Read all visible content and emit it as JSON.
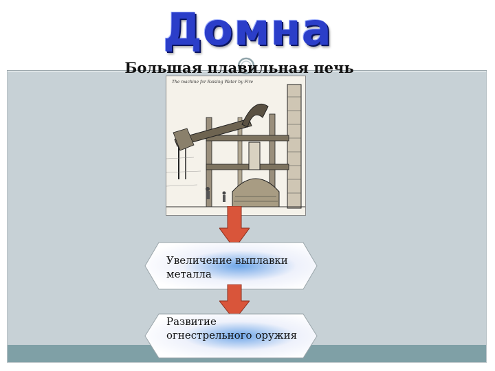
{
  "slide": {
    "title": "Домна",
    "subtitle": "Большая плавильная печь",
    "image_caption": "The machine for Raising Water by Fire"
  },
  "flow": {
    "steps": [
      {
        "text": "Увеличение выплавки металла"
      },
      {
        "text": "Развитие огнестрельного оружия"
      }
    ]
  },
  "colors": {
    "title": "#2b3ec9",
    "arrow": "#d9553a",
    "content_bg": "#c7d1d6",
    "bottom_bar": "#7fa0a6",
    "box_gradient_center": "#6ea6e8"
  }
}
